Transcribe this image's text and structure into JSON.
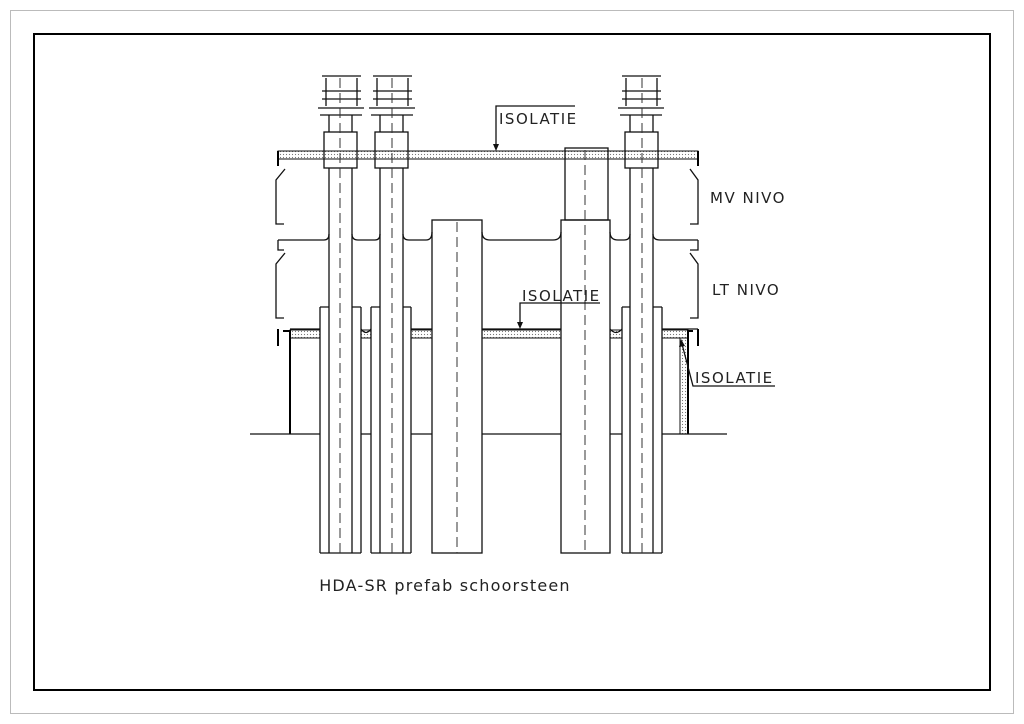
{
  "drawing": {
    "labels": {
      "isolatie_roof": "ISOLATIE",
      "isolatie_lower": "ISOLATIE",
      "isolatie_wall": "ISOLATIE",
      "mv_nivo": "MV NIVO",
      "lt_nivo": "LT NIVO"
    },
    "caption": "HDA-SR prefab schoorsteen"
  }
}
